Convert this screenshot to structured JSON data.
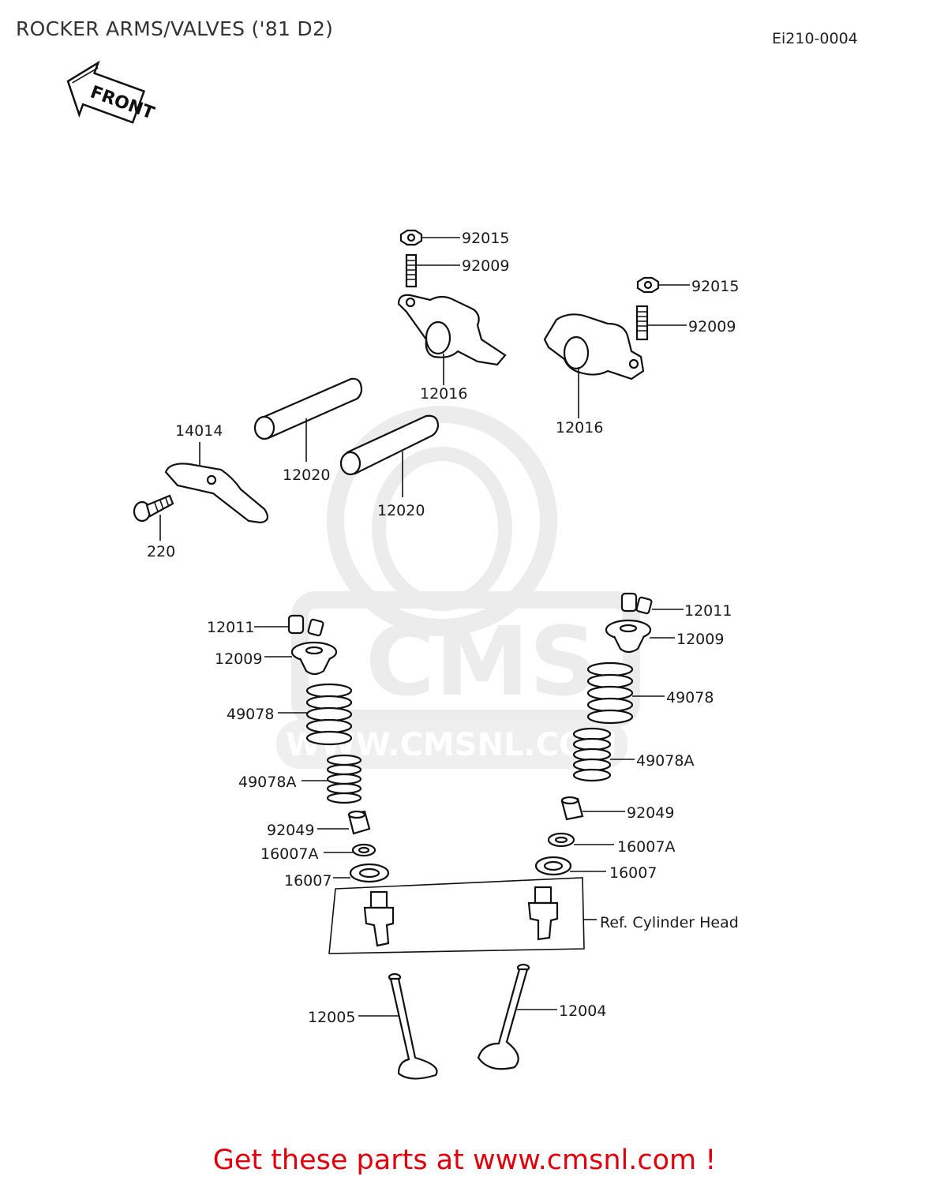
{
  "header": {
    "title": "ROCKER ARMS/VALVES ('81 D2)",
    "diagram_code": "Ei210-0004",
    "front_label": "FRONT"
  },
  "watermark": {
    "brand": "CMS",
    "url": "WWW.CMSNL.COM"
  },
  "labels": {
    "p92015_a": "92015",
    "p92009_a": "92009",
    "p92015_b": "92015",
    "p92009_b": "92009",
    "p12016_a": "12016",
    "p12016_b": "12016",
    "p14014": "14014",
    "p12020_a": "12020",
    "p12020_b": "12020",
    "p220": "220",
    "p12011_l": "12011",
    "p12011_r": "12011",
    "p12009_l": "12009",
    "p12009_r": "12009",
    "p49078_l": "49078",
    "p49078_r": "49078",
    "p49078A_l": "49078A",
    "p49078A_r": "49078A",
    "p92049_l": "92049",
    "p92049_r": "92049",
    "p16007A_l": "16007A",
    "p16007A_r": "16007A",
    "p16007_l": "16007",
    "p16007_r": "16007",
    "ref_cylinder_head": "Ref.  Cylinder Head",
    "p12005": "12005",
    "p12004": "12004"
  },
  "footer": {
    "text": "Get these parts at www.cmsnl.com !"
  },
  "colors": {
    "footer": "#e0000b",
    "line": "#111111",
    "watermark": "#e6e6e6"
  }
}
